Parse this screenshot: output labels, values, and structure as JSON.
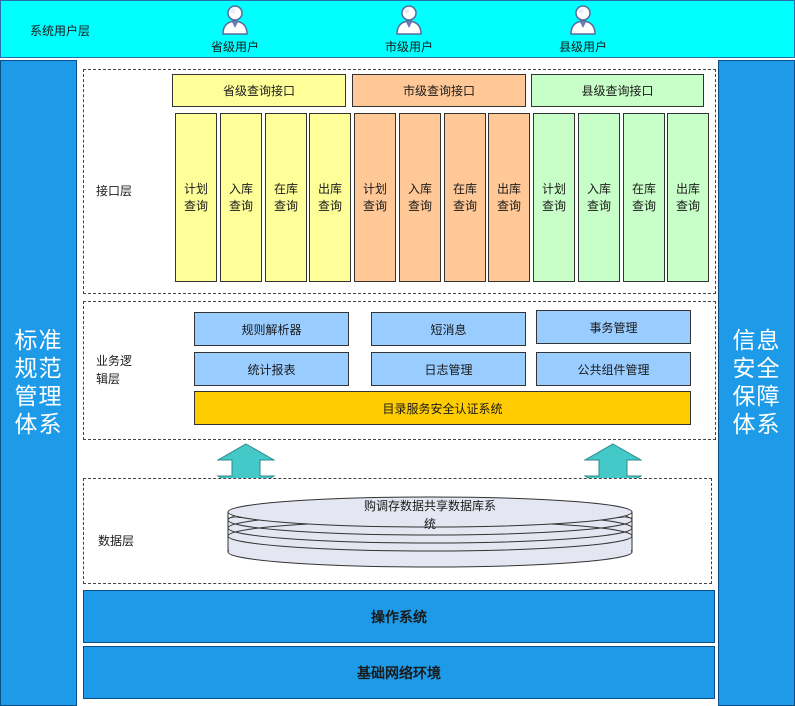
{
  "top": {
    "layer_label": "系统用户层",
    "users": [
      {
        "label": "省级用户",
        "icon": "user-icon"
      },
      {
        "label": "市级用户",
        "icon": "user-icon"
      },
      {
        "label": "县级用户",
        "icon": "user-icon"
      }
    ]
  },
  "pillars": {
    "left": "标准规范管理体系",
    "right": "信息安全保障体系"
  },
  "interface_layer": {
    "label": "接口层",
    "groups": [
      {
        "header": "省级查询接口",
        "items": [
          "计划查询",
          "入库查询",
          "在库查询",
          "出库查询"
        ]
      },
      {
        "header": "市级查询接口",
        "items": [
          "计划查询",
          "入库查询",
          "在库查询",
          "出库查询"
        ]
      },
      {
        "header": "县级查询接口",
        "items": [
          "计划查询",
          "入库查询",
          "在库查询",
          "出库查询"
        ]
      }
    ]
  },
  "logic_layer": {
    "label": "业务逻辑层",
    "boxes": [
      "规则解析器",
      "短消息",
      "事务管理",
      "统计报表",
      "日志管理",
      "公共组件管理"
    ],
    "directory": "目录服务安全认证系统"
  },
  "data_layer": {
    "label": "数据层",
    "database": "购调存数据共享数据库系统"
  },
  "base": {
    "os": "操作系统",
    "network": "基础网络环境"
  },
  "colors": {
    "cyan_band": "#00ffff",
    "pillar_blue": "#1e9be8",
    "yellow": "#ffff99",
    "orange": "#ffc896",
    "green": "#c8ffc8",
    "logic_blue": "#99ccff",
    "directory_gold": "#ffcc00",
    "arrow_teal": "#44c8c8"
  }
}
